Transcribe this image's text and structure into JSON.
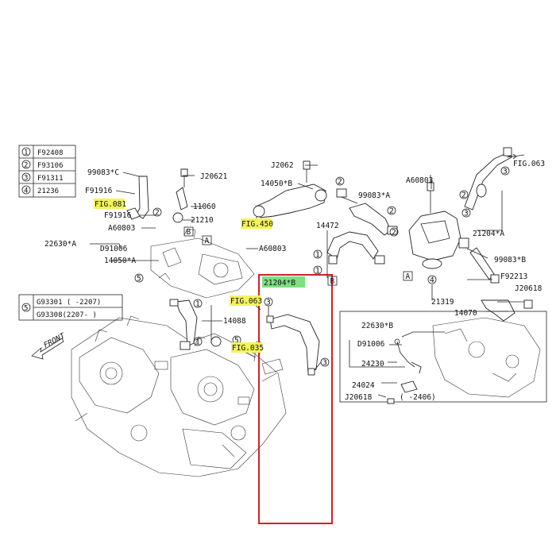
{
  "legend_top": [
    {
      "num": "1",
      "code": "F92408"
    },
    {
      "num": "2",
      "code": "F93106"
    },
    {
      "num": "3",
      "code": "F91311"
    },
    {
      "num": "4",
      "code": "21236"
    }
  ],
  "legend_bottom": {
    "num": "5",
    "rows": [
      "G93301 ( -2207)",
      "G93308(2207- )"
    ]
  },
  "front_label": "FRONT",
  "fig_refs": {
    "fig081": "FIG.081",
    "fig450": "FIG.450",
    "fig063_center": "FIG.063",
    "fig035": "FIG.035",
    "fig063_right": "FIG.063"
  },
  "highlighted_part": "21204*B",
  "highlight_color": "#d4202a",
  "part_labels": {
    "p99083c": "99083*C",
    "pJ20621": "J20621",
    "pF91916a": "F91916",
    "p11060": "11060",
    "pF91916b": "F91916",
    "p21210": "21210",
    "pA60803a": "A60803",
    "p22630a": "22630*A",
    "pD91006a": "D91006",
    "p14050a": "14050*A",
    "pA60803b": "A60803",
    "pJ2062": "J2062",
    "p14050b": "14050*B",
    "p99083a": "99083*A",
    "pA60803c": "A60803",
    "p14472": "14472",
    "p14088": "14088",
    "p21204a": "21204*A",
    "p99083b": "99083*B",
    "pF92213": "F92213",
    "pJ20618a": "J20618",
    "p14070": "14070",
    "p21319": "21319",
    "p22630b": "22630*B",
    "pD91006b": "D91006",
    "p24230": "24230",
    "p24024": "24024",
    "pJ20618b": "J20618",
    "range2406": "( -2406)"
  },
  "box_letters": {
    "a": "A",
    "b": "B"
  },
  "circle_nums": {
    "c1": "1",
    "c2": "2",
    "c3": "3",
    "c4": "4",
    "c5": "5"
  }
}
